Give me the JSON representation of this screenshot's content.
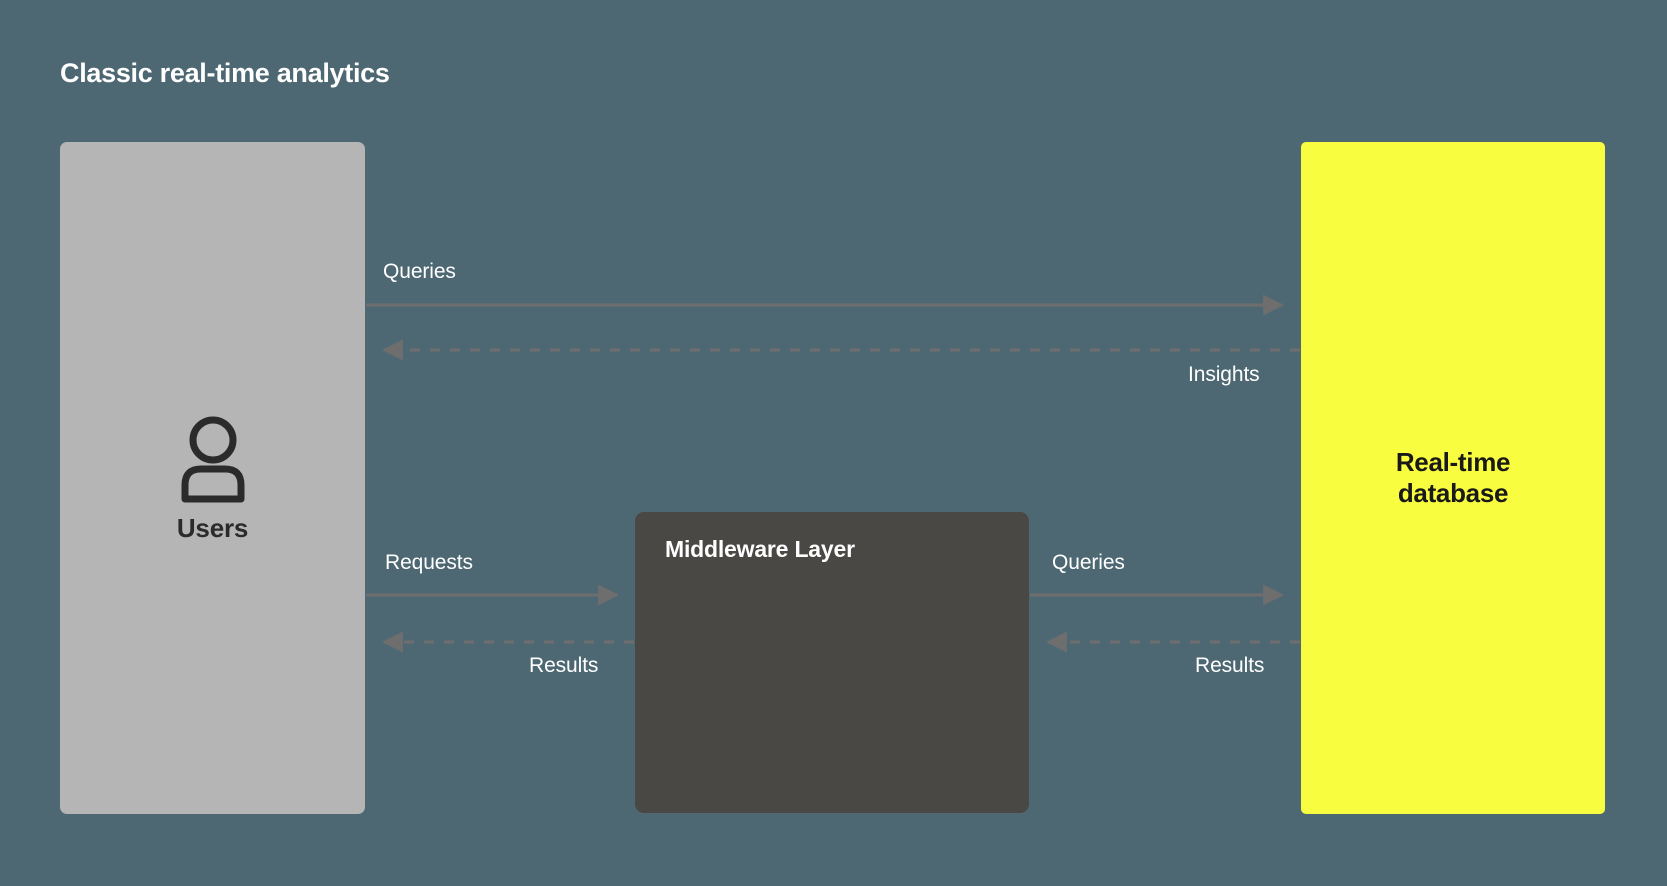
{
  "title": "Classic real-time analytics",
  "colors": {
    "background": "#4d6872",
    "users_box": "#b5b5b5",
    "middleware_box": "#4a4845",
    "database_box": "#f9fd3f",
    "arrow": "#6e6e6e",
    "label_text": "#ffffff",
    "dark_text": "#2b2b2b"
  },
  "nodes": {
    "users": {
      "label": "Users",
      "icon": "person-icon"
    },
    "middleware": {
      "label": "Middleware Layer"
    },
    "database": {
      "label_line1": "Real-time",
      "label_line2": "database"
    }
  },
  "connectors": [
    {
      "id": "users-to-db-queries",
      "label": "Queries",
      "style": "solid",
      "direction": "right",
      "from": "users",
      "to": "database"
    },
    {
      "id": "db-to-users-insights",
      "label": "Insights",
      "style": "dashed",
      "direction": "left",
      "from": "database",
      "to": "users"
    },
    {
      "id": "users-to-middleware-requests",
      "label": "Requests",
      "style": "solid",
      "direction": "right",
      "from": "users",
      "to": "middleware"
    },
    {
      "id": "middleware-to-users-results",
      "label": "Results",
      "style": "dashed",
      "direction": "left",
      "from": "middleware",
      "to": "users"
    },
    {
      "id": "middleware-to-db-queries",
      "label": "Queries",
      "style": "solid",
      "direction": "right",
      "from": "middleware",
      "to": "database"
    },
    {
      "id": "db-to-middleware-results",
      "label": "Results",
      "style": "dashed",
      "direction": "left",
      "from": "database",
      "to": "middleware"
    }
  ]
}
